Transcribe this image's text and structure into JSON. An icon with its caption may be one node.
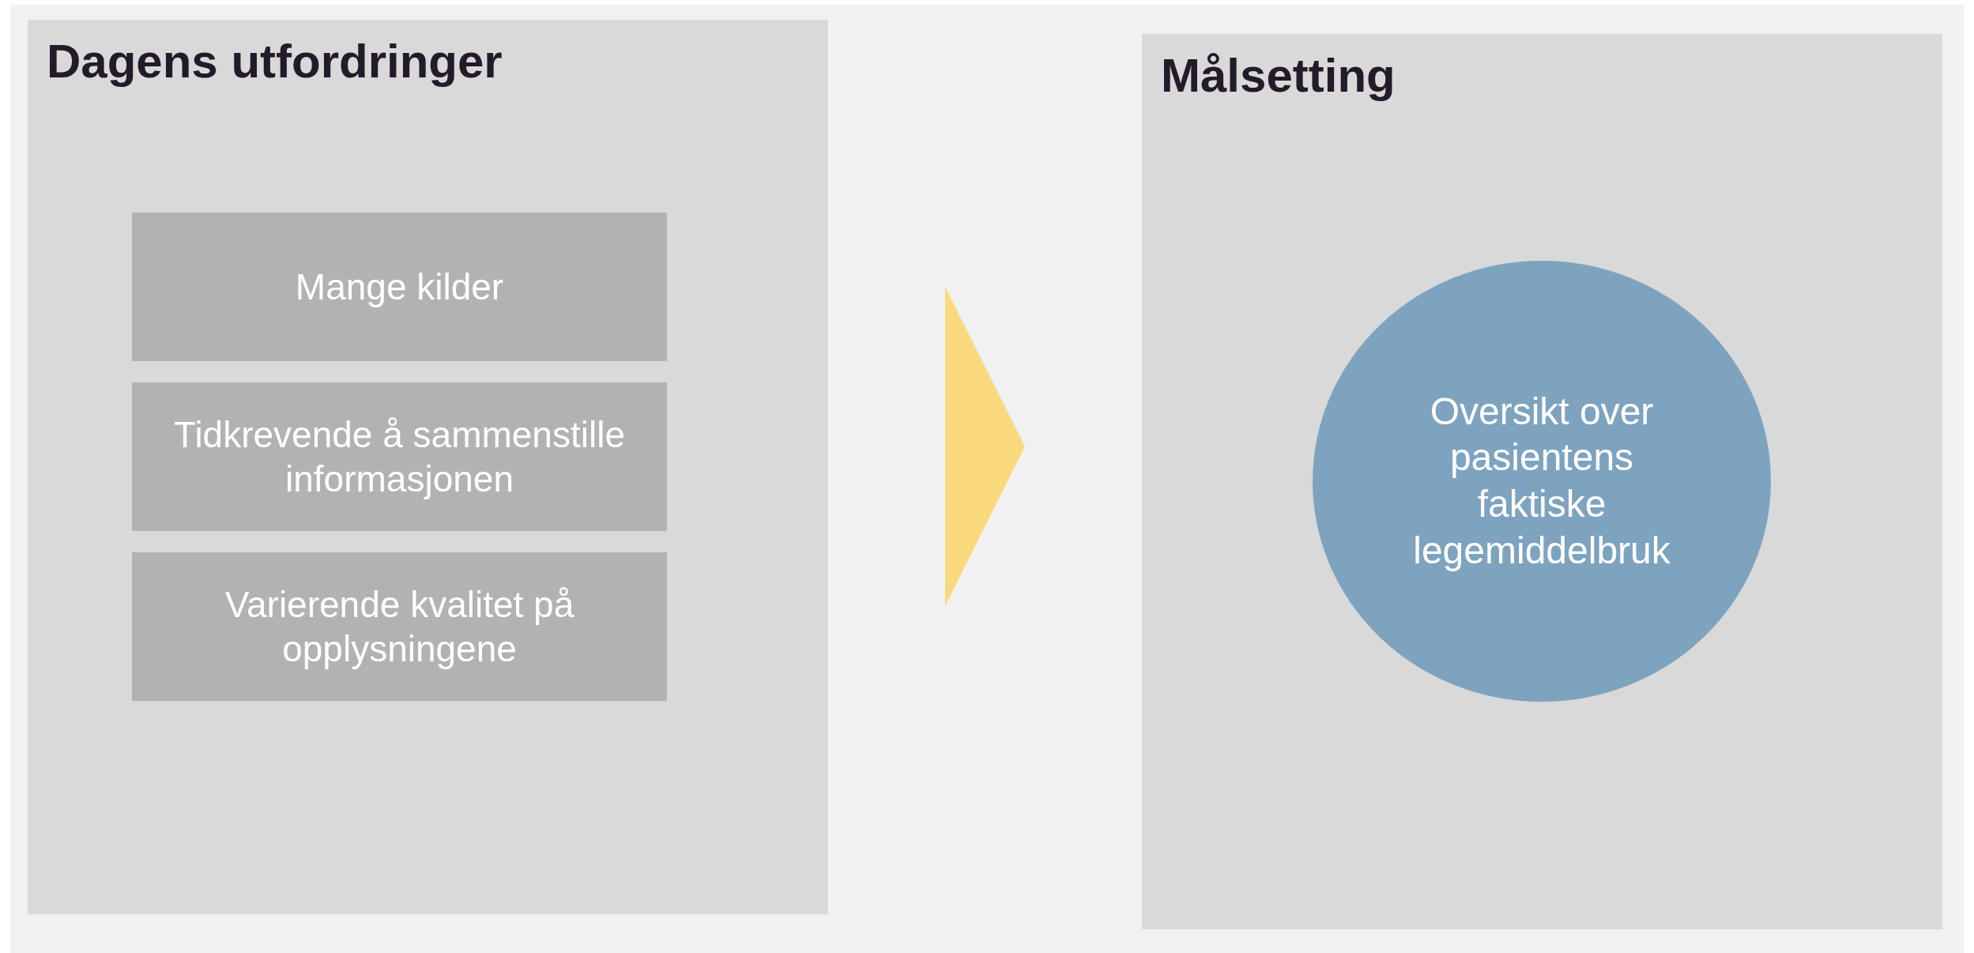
{
  "diagram": {
    "nodes": [
      {
        "text": [
          "Dagens utfordringer"
        ]
      },
      {
        "text": [
          "Mange kilder"
        ],
        "in": 0
      },
      {
        "text": [
          "Tidkrevende å sammenstille informasjonen"
        ],
        "in": 0
      },
      {
        "text": [
          "Varierende kvalitet på opplysningene"
        ],
        "in": 0
      },
      {
        "text": [
          "Målsetting"
        ]
      },
      {
        "text": [
          "Oversikt over pasientens faktiske legemiddelbruk"
        ],
        "in": 4
      }
    ],
    "edges": [
      {
        "from": 0,
        "to": 4,
        "arrow": "to"
      }
    ]
  }
}
